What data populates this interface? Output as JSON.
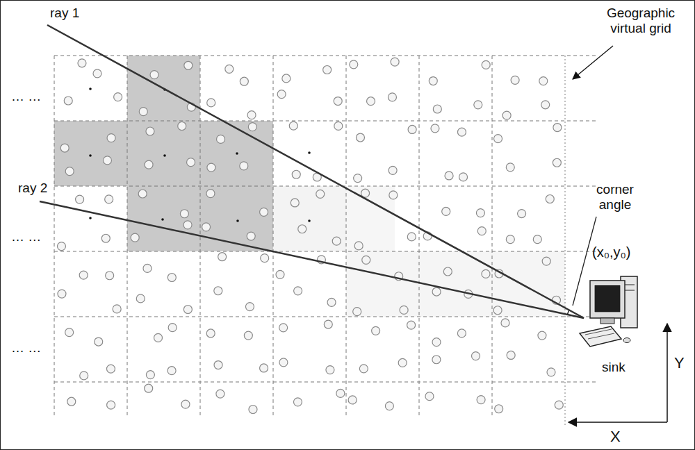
{
  "diagram": {
    "labels": [
      "ray 1",
      "ray 2",
      "Geographic virtual grid",
      "corner angle",
      "(x₀,y₀)",
      "sink",
      "Y",
      "X",
      "… …",
      "… …",
      "… …"
    ]
  }
}
